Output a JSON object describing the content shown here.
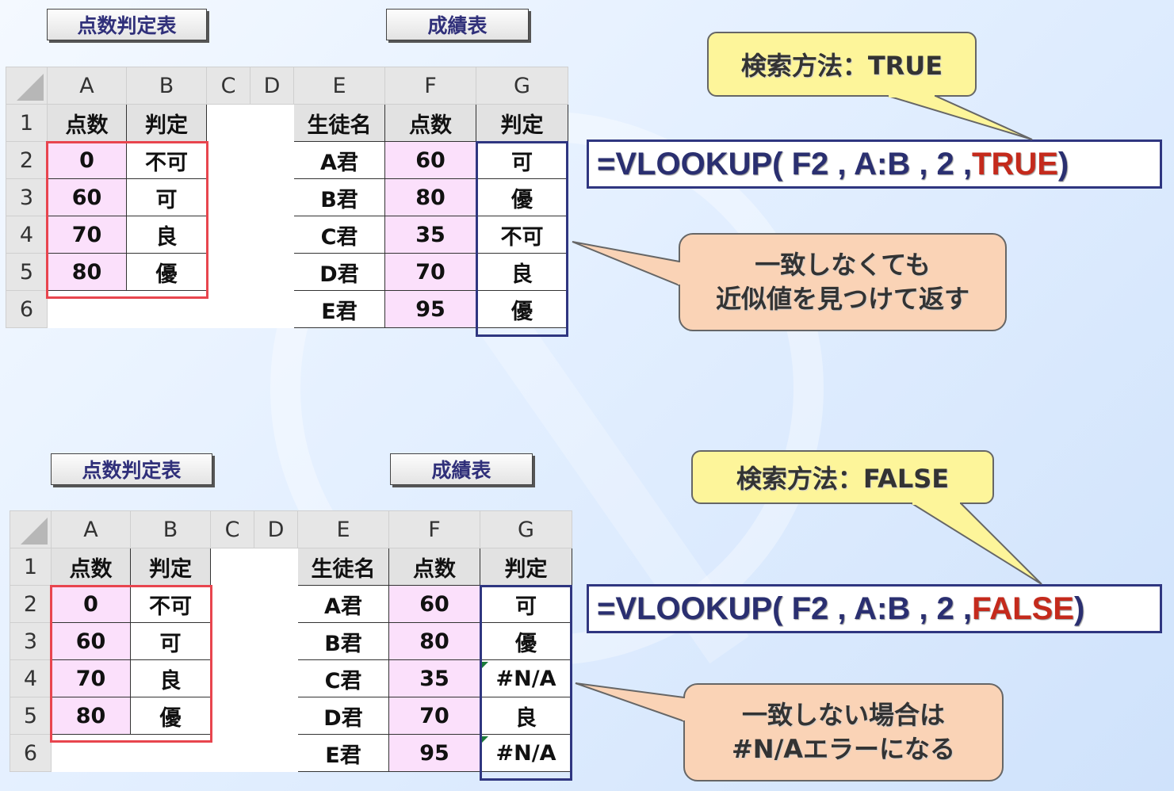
{
  "top": {
    "label_left": "点数判定表",
    "label_right": "成績表",
    "col_headers": [
      "A",
      "B",
      "C",
      "D",
      "E",
      "F",
      "G"
    ],
    "row_numbers": [
      "1",
      "2",
      "3",
      "4",
      "5",
      "6"
    ],
    "lookup_header": [
      "点数",
      "判定"
    ],
    "lookup_rows": [
      [
        "0",
        "不可"
      ],
      [
        "60",
        "可"
      ],
      [
        "70",
        "良"
      ],
      [
        "80",
        "優"
      ]
    ],
    "score_header": [
      "生徒名",
      "点数",
      "判定"
    ],
    "score_rows": [
      [
        "A君",
        "60",
        "可"
      ],
      [
        "B君",
        "80",
        "優"
      ],
      [
        "C君",
        "35",
        "不可"
      ],
      [
        "D君",
        "70",
        "良"
      ],
      [
        "E君",
        "95",
        "優"
      ]
    ],
    "callout_method": "検索方法：TRUE",
    "formula_prefix": "=VLOOKUP( F2 , A:B , 2 , ",
    "formula_kw": "TRUE",
    "formula_suffix": " )",
    "note_line1": "一致しなくても",
    "note_line2": "近似値を見つけて返す"
  },
  "bottom": {
    "label_left": "点数判定表",
    "label_right": "成績表",
    "col_headers": [
      "A",
      "B",
      "C",
      "D",
      "E",
      "F",
      "G"
    ],
    "row_numbers": [
      "1",
      "2",
      "3",
      "4",
      "5",
      "6"
    ],
    "lookup_header": [
      "点数",
      "判定"
    ],
    "lookup_rows": [
      [
        "0",
        "不可"
      ],
      [
        "60",
        "可"
      ],
      [
        "70",
        "良"
      ],
      [
        "80",
        "優"
      ]
    ],
    "score_header": [
      "生徒名",
      "点数",
      "判定"
    ],
    "score_rows": [
      [
        "A君",
        "60",
        "可"
      ],
      [
        "B君",
        "80",
        "優"
      ],
      [
        "C君",
        "35",
        "#N/A"
      ],
      [
        "D君",
        "70",
        "良"
      ],
      [
        "E君",
        "95",
        "#N/A"
      ]
    ],
    "callout_method": "検索方法：FALSE",
    "formula_prefix": "=VLOOKUP( F2 , A:B , 2 , ",
    "formula_kw": "FALSE",
    "formula_suffix": " )",
    "note_line1": "一致しない場合は",
    "note_line2": "#N/Aエラーになる"
  },
  "colors": {
    "lookup_highlight": "#e8454e",
    "result_highlight": "#2f3680",
    "formula_keyword": "#c42a1c",
    "score_fill": "#fbe0fb",
    "method_callout_fill": "#fdf59a",
    "note_callout_fill": "#fad3b6"
  }
}
